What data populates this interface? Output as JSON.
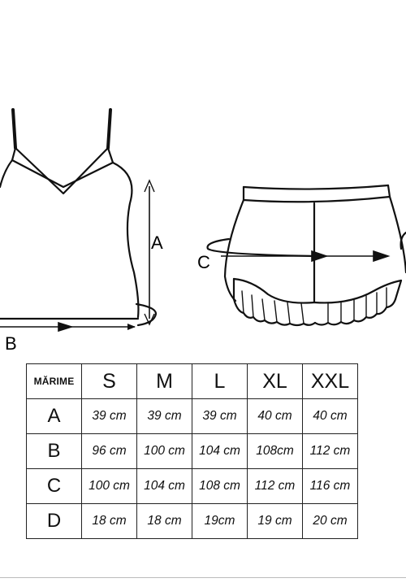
{
  "labels": {
    "A": "A",
    "B": "B",
    "C": "C"
  },
  "table": {
    "header": [
      "MĂRIME",
      "S",
      "M",
      "L",
      "XL",
      "XXL"
    ],
    "rows": [
      {
        "label": "A",
        "values": [
          "39 cm",
          "39 cm",
          "39 cm",
          "40 cm",
          "40 cm"
        ]
      },
      {
        "label": "B",
        "values": [
          "96 cm",
          "100 cm",
          "104 cm",
          "108cm",
          "112 cm"
        ]
      },
      {
        "label": "C",
        "values": [
          "100 cm",
          "104 cm",
          "108 cm",
          "112 cm",
          "116 cm"
        ]
      },
      {
        "label": "D",
        "values": [
          "18 cm",
          "18 cm",
          "19cm",
          "19 cm",
          "20 cm"
        ]
      }
    ]
  }
}
